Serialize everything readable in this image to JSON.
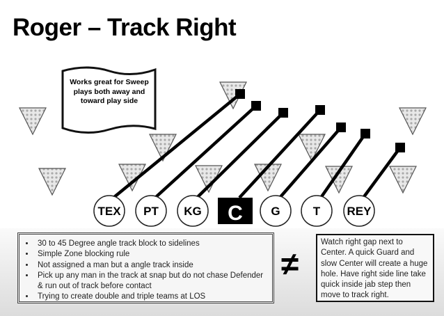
{
  "title": "Roger – Track Right",
  "banner": "Works great for Sweep plays both away and toward play side",
  "players": [
    {
      "label": "TEX",
      "type": "circle"
    },
    {
      "label": "PT",
      "type": "circle"
    },
    {
      "label": "KG",
      "type": "circle"
    },
    {
      "label": "C",
      "type": "square"
    },
    {
      "label": "G",
      "type": "circle"
    },
    {
      "label": "T",
      "type": "circle"
    },
    {
      "label": "REY",
      "type": "circle"
    }
  ],
  "notes": [
    "30 to 45 Degree angle track block to sidelines",
    "Simple Zone blocking rule",
    "Not assigned a man but a angle track inside",
    "Pick up any man in the track at snap but do not chase Defender & run out of track before contact",
    "Trying to create double and triple teams at LOS"
  ],
  "symbol": "≠",
  "callout": "Watch right gap next to Center.  A quick Guard and slow Center will create a huge hole.  Have right side line take quick inside jab step then move to track right."
}
